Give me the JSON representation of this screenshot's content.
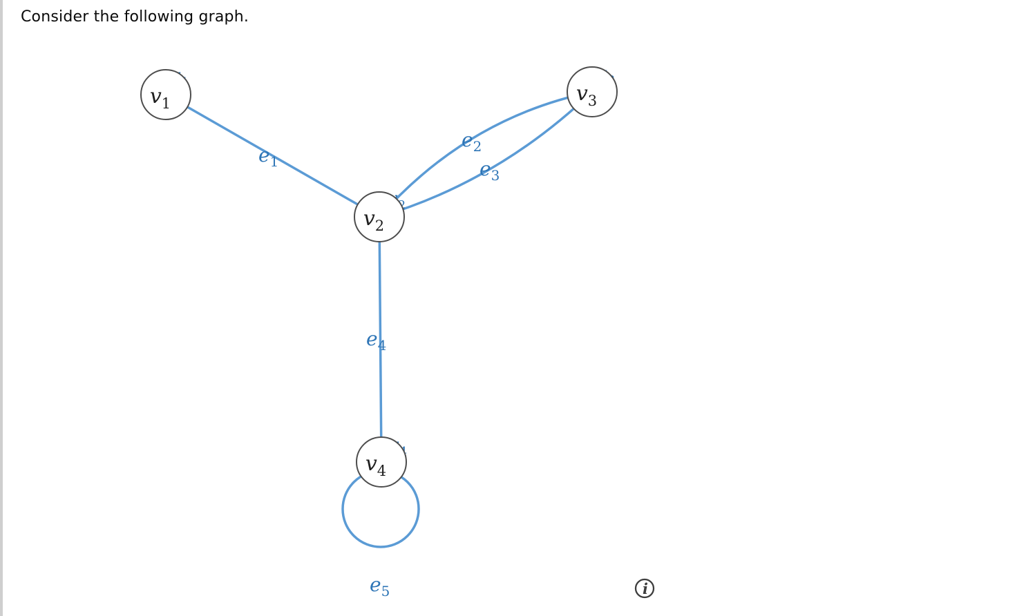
{
  "page": {
    "title": "Consider the following graph.",
    "background_color": "#ffffff",
    "left_border_color": "#cfcfcf"
  },
  "graph": {
    "colors": {
      "edge": "#5b9bd5",
      "edge_label": "#2e75b6",
      "vertex_outline": "#4d4d4d",
      "vertex_fill": "#ffffff",
      "vertex_label": "#1f1f1f"
    },
    "vertices": [
      {
        "id": "v1",
        "base": "v",
        "sub": "1"
      },
      {
        "id": "v2",
        "base": "v",
        "sub": "2"
      },
      {
        "id": "v3",
        "base": "v",
        "sub": "3"
      },
      {
        "id": "v4",
        "base": "v",
        "sub": "4"
      }
    ],
    "edges": [
      {
        "id": "e1",
        "base": "e",
        "sub": "1",
        "endpoints": [
          "v1",
          "v2"
        ],
        "kind": "straight"
      },
      {
        "id": "e2",
        "base": "e",
        "sub": "2",
        "endpoints": [
          "v2",
          "v3"
        ],
        "kind": "curved-upper"
      },
      {
        "id": "e3",
        "base": "e",
        "sub": "3",
        "endpoints": [
          "v2",
          "v3"
        ],
        "kind": "curved-lower"
      },
      {
        "id": "e4",
        "base": "e",
        "sub": "4",
        "endpoints": [
          "v2",
          "v4"
        ],
        "kind": "straight"
      },
      {
        "id": "e5",
        "base": "e",
        "sub": "5",
        "endpoints": [
          "v4",
          "v4"
        ],
        "kind": "self-loop"
      }
    ]
  },
  "footer": {
    "info_icon_glyph": "i"
  }
}
